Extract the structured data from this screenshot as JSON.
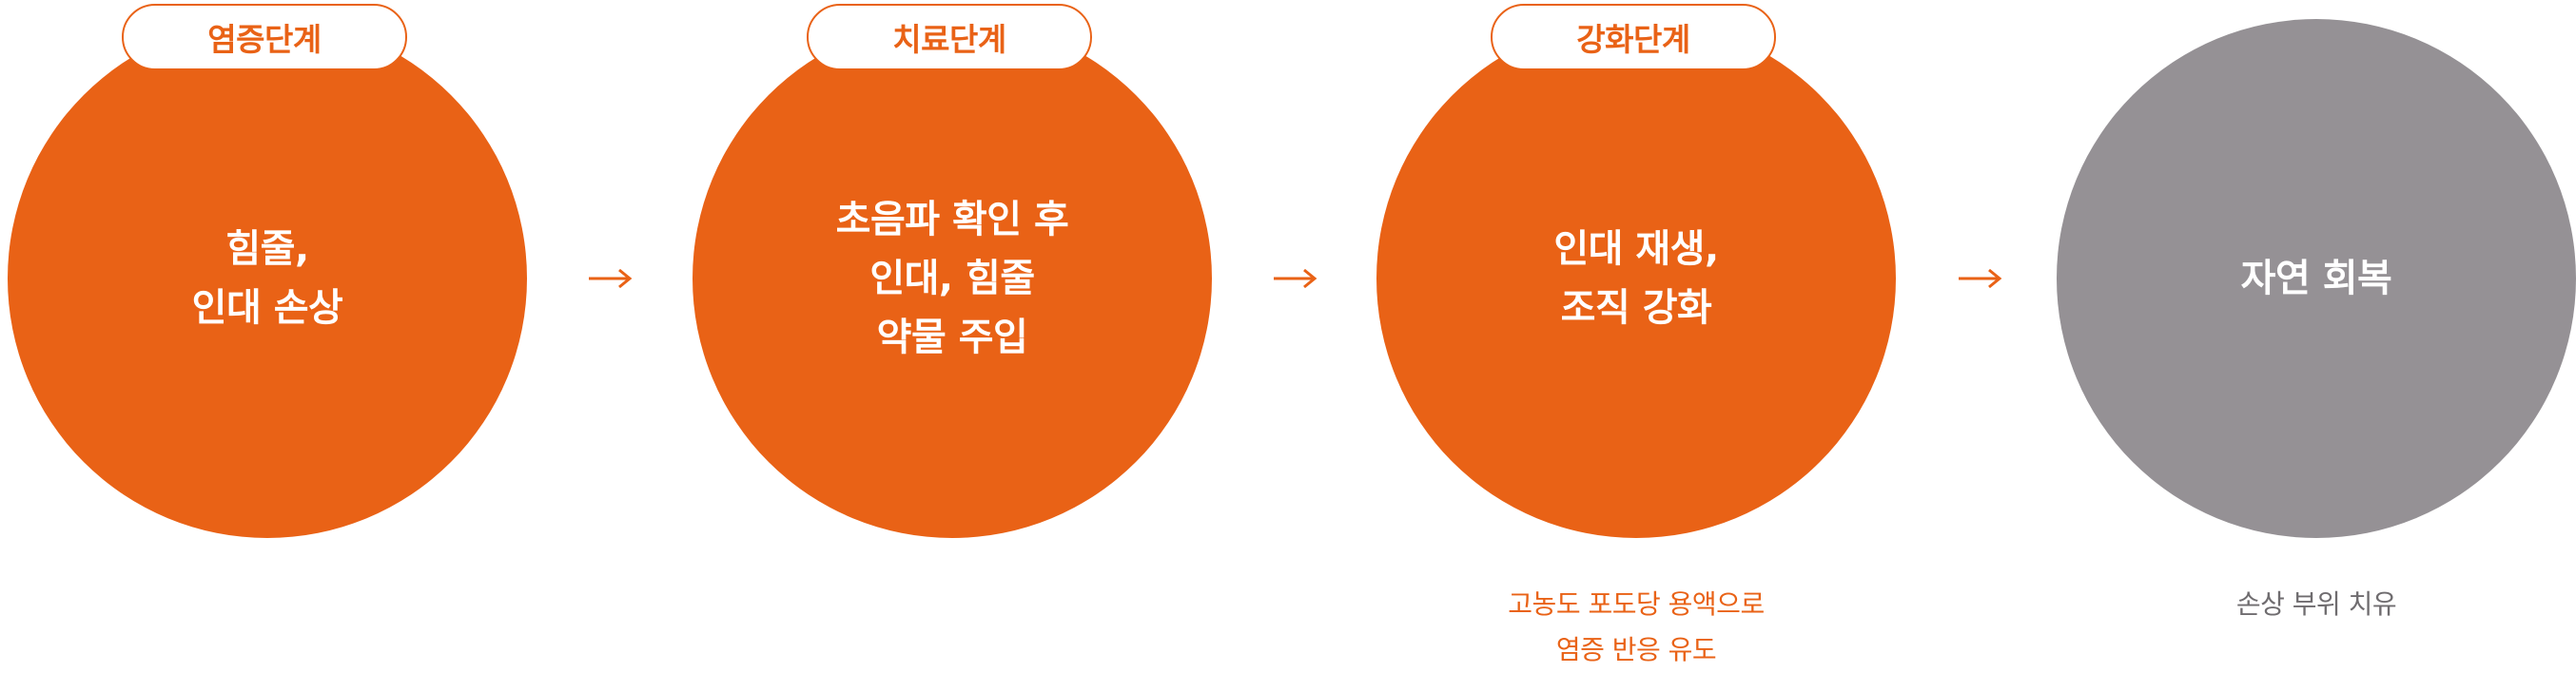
{
  "colors": {
    "accent": "#e96216",
    "inactive": "#959195",
    "caption_gray": "#6f6c6f"
  },
  "stages": [
    {
      "label": "염증단계",
      "circle_text": "힘줄,\n인대 손상",
      "caption": ""
    },
    {
      "label": "치료단계",
      "circle_text": "초음파 확인 후\n인대, 힘줄\n약물 주입",
      "caption": ""
    },
    {
      "label": "강화단계",
      "circle_text": "인대 재생,\n조직 강화",
      "caption": "고농도 포도당 용액으로\n염증 반응 유도"
    },
    {
      "label": "",
      "circle_text": "자연 회복",
      "caption": "손상 부위 치유"
    }
  ],
  "arrow_icon": "right-arrow-icon"
}
